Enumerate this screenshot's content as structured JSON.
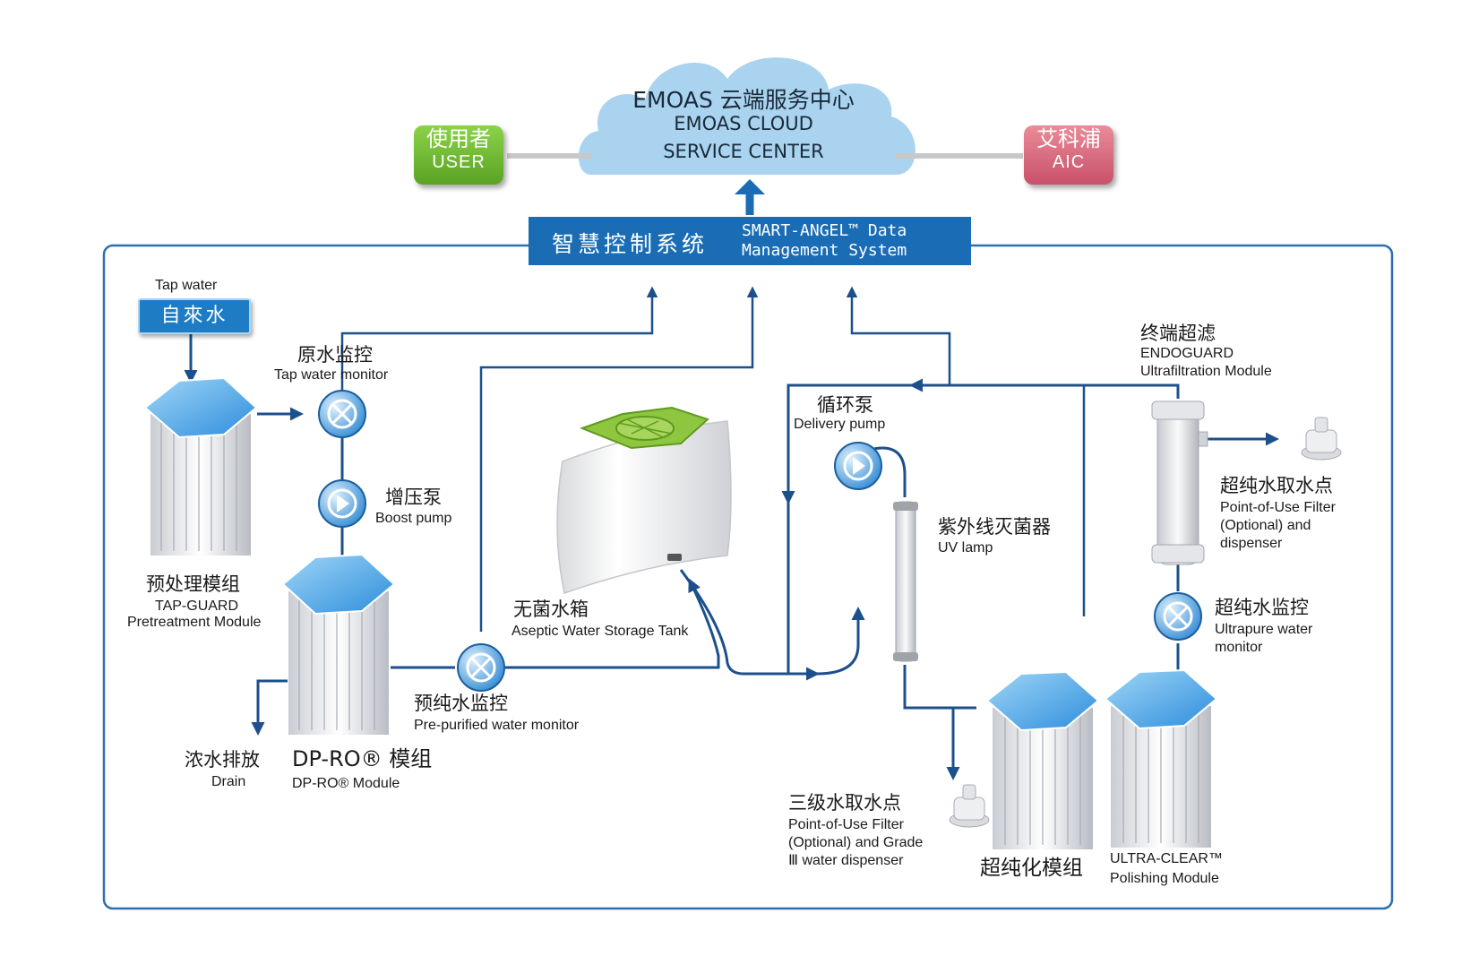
{
  "cloud": {
    "title": "EMOAS  云端服务中心",
    "line2": "EMOAS CLOUD",
    "line3": "SERVICE CENTER"
  },
  "user_badge": {
    "zh": "使用者",
    "en": "USER"
  },
  "aic_badge": {
    "zh": "艾科浦",
    "en": "AIC"
  },
  "system": {
    "zh": "智慧控制系统",
    "en_line1": "SMART-ANGEL™ Data",
    "en_line2": "Management System"
  },
  "tap_water": {
    "en": "Tap water",
    "zh": "自來水"
  },
  "tap_monitor": {
    "zh": "原水监控",
    "en": "Tap water monitor"
  },
  "boost_pump": {
    "zh": "增压泵",
    "en": "Boost pump"
  },
  "pretreatment": {
    "zh": "预处理模组",
    "en1": "TAP-GUARD",
    "en2": "Pretreatment Module"
  },
  "drain": {
    "zh": "浓水排放",
    "en": "Drain"
  },
  "dpro": {
    "zh_title": "DP-RO® 模组",
    "en": "DP-RO® Module"
  },
  "prepurified_monitor": {
    "zh": "预纯水监控",
    "en": "Pre-purified water monitor"
  },
  "tank": {
    "zh": "无菌水箱",
    "en": "Aseptic Water Storage Tank"
  },
  "delivery_pump": {
    "zh": "循环泵",
    "en": "Delivery pump"
  },
  "uv_lamp": {
    "zh": "紫外线灭菌器",
    "en": "UV lamp"
  },
  "endoguard": {
    "zh": "终端超滤",
    "en1": "ENDOGUARD",
    "en2": "Ultrafiltration Module"
  },
  "upw_point": {
    "zh": "超纯水取水点",
    "en1": "Point-of-Use Filter",
    "en2": "(Optional) and",
    "en3": "dispenser"
  },
  "upw_monitor": {
    "zh": "超纯水监控",
    "en1": "Ultrapure water",
    "en2": "monitor"
  },
  "grade3_point": {
    "zh": "三级水取水点",
    "en1": "Point-of-Use Filter",
    "en2": "(Optional) and Grade",
    "en3": "Ⅲ water dispenser"
  },
  "polishing": {
    "zh": "超纯化模组",
    "en1": "ULTRA-CLEAR™",
    "en2": "Polishing Module"
  },
  "colors": {
    "pipe": "#1d4f8c",
    "accent": "#1a6db5",
    "cloud": "#a9d3ef",
    "user_green": "#6fb530",
    "aic_red": "#d9687a",
    "frame": "#2f6fb0"
  }
}
